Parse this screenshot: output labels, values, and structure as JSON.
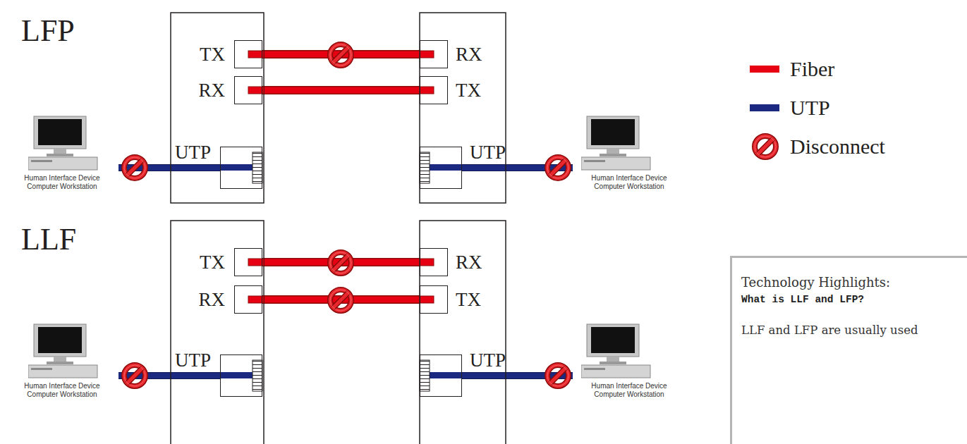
{
  "diagram": {
    "nodes": [
      {
        "text": [
          "TX"
        ]
      },
      {
        "text": [
          "RX"
        ]
      },
      {
        "text": [
          "RX"
        ]
      },
      {
        "text": [
          "TX"
        ]
      },
      {
        "text": [
          "Human Interface Device Computer Workstation"
        ]
      },
      {
        "text": [
          "UTP"
        ]
      },
      {
        "text": [
          "UTP"
        ]
      },
      {
        "text": [
          "Human Interface Device Computer Workstation"
        ]
      },
      {
        "text": [
          "TX"
        ]
      },
      {
        "text": [
          "RX"
        ]
      },
      {
        "text": [
          "RX"
        ]
      },
      {
        "text": [
          "TX"
        ]
      },
      {
        "text": [
          "Human Interface Device Computer Workstation"
        ]
      },
      {
        "text": [
          "UTP"
        ]
      },
      {
        "text": [
          "UTP"
        ]
      },
      {
        "text": [
          "Human Interface Device Computer Workstation"
        ]
      },
      {
        "text": [
          "Technology Highlights:",
          "What is LLF and LFP?",
          "LLF and LFP are usually used"
        ]
      }
    ],
    "edges": [
      {
        "from": 0,
        "to": 1,
        "arrow": "none"
      },
      {
        "from": 3,
        "to": 2,
        "arrow": "none"
      },
      {
        "from": 4,
        "to": 5,
        "arrow": "none"
      },
      {
        "from": 6,
        "to": 7,
        "arrow": "none"
      },
      {
        "from": 8,
        "to": 9,
        "arrow": "none"
      },
      {
        "from": 11,
        "to": 10,
        "arrow": "none"
      },
      {
        "from": 12,
        "to": 13,
        "arrow": "none"
      },
      {
        "from": 14,
        "to": 15,
        "arrow": "none"
      }
    ],
    "labels": [
      "LFP",
      "LLF"
    ],
    "legend": [
      {
        "text": "Fiber",
        "color": "#e60012"
      },
      {
        "text": "UTP",
        "color": "#1b2a80"
      },
      {
        "text": "Disconnect"
      }
    ]
  }
}
